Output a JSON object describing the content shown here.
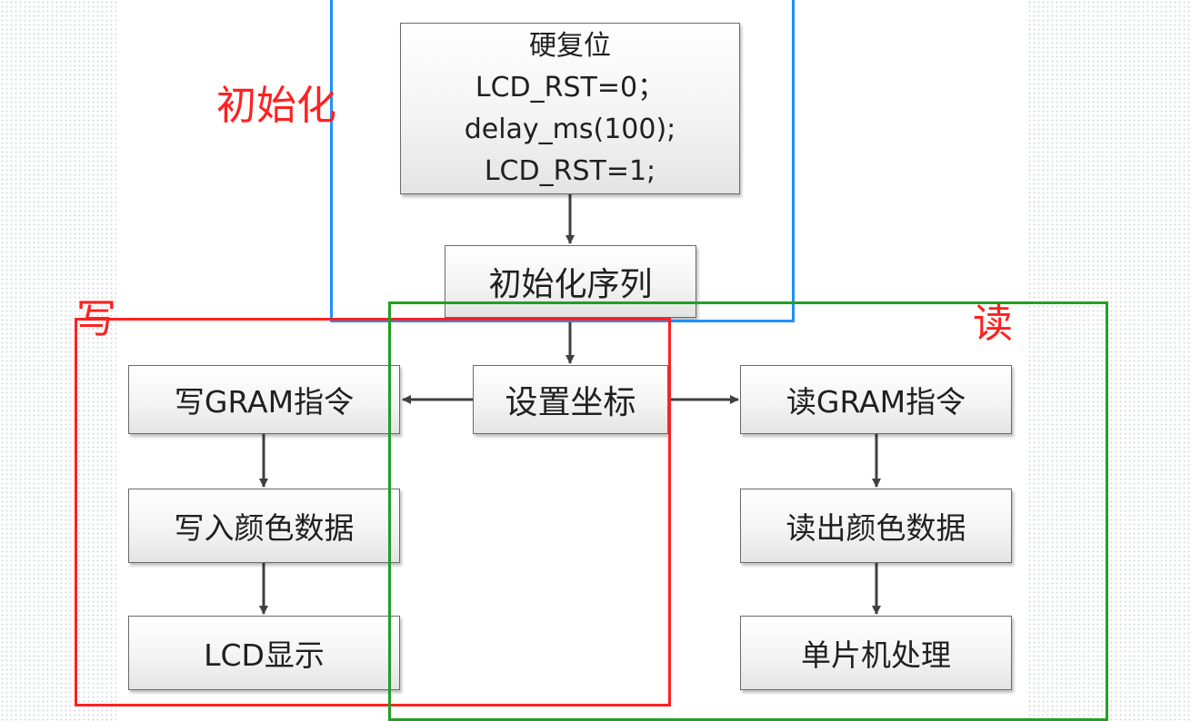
{
  "colors": {
    "init_region": "#1e90ff",
    "write_region": "#ff2020",
    "read_region": "#22a022",
    "arrow": "#404040"
  },
  "regions": {
    "init_label": "初始化",
    "write_label": "写",
    "read_label": "读"
  },
  "nodes": {
    "hard_reset": {
      "title": "硬复位",
      "line1": "LCD_RST=0；",
      "line2": "delay_ms(100);",
      "line3": "LCD_RST=1;"
    },
    "init_sequence": "初始化序列",
    "set_coords": "设置坐标",
    "write_gram_cmd": "写GRAM指令",
    "write_color_data": "写入颜色数据",
    "lcd_display": "LCD显示",
    "read_gram_cmd": "读GRAM指令",
    "read_color_data": "读出颜色数据",
    "mcu_process": "单片机处理"
  }
}
